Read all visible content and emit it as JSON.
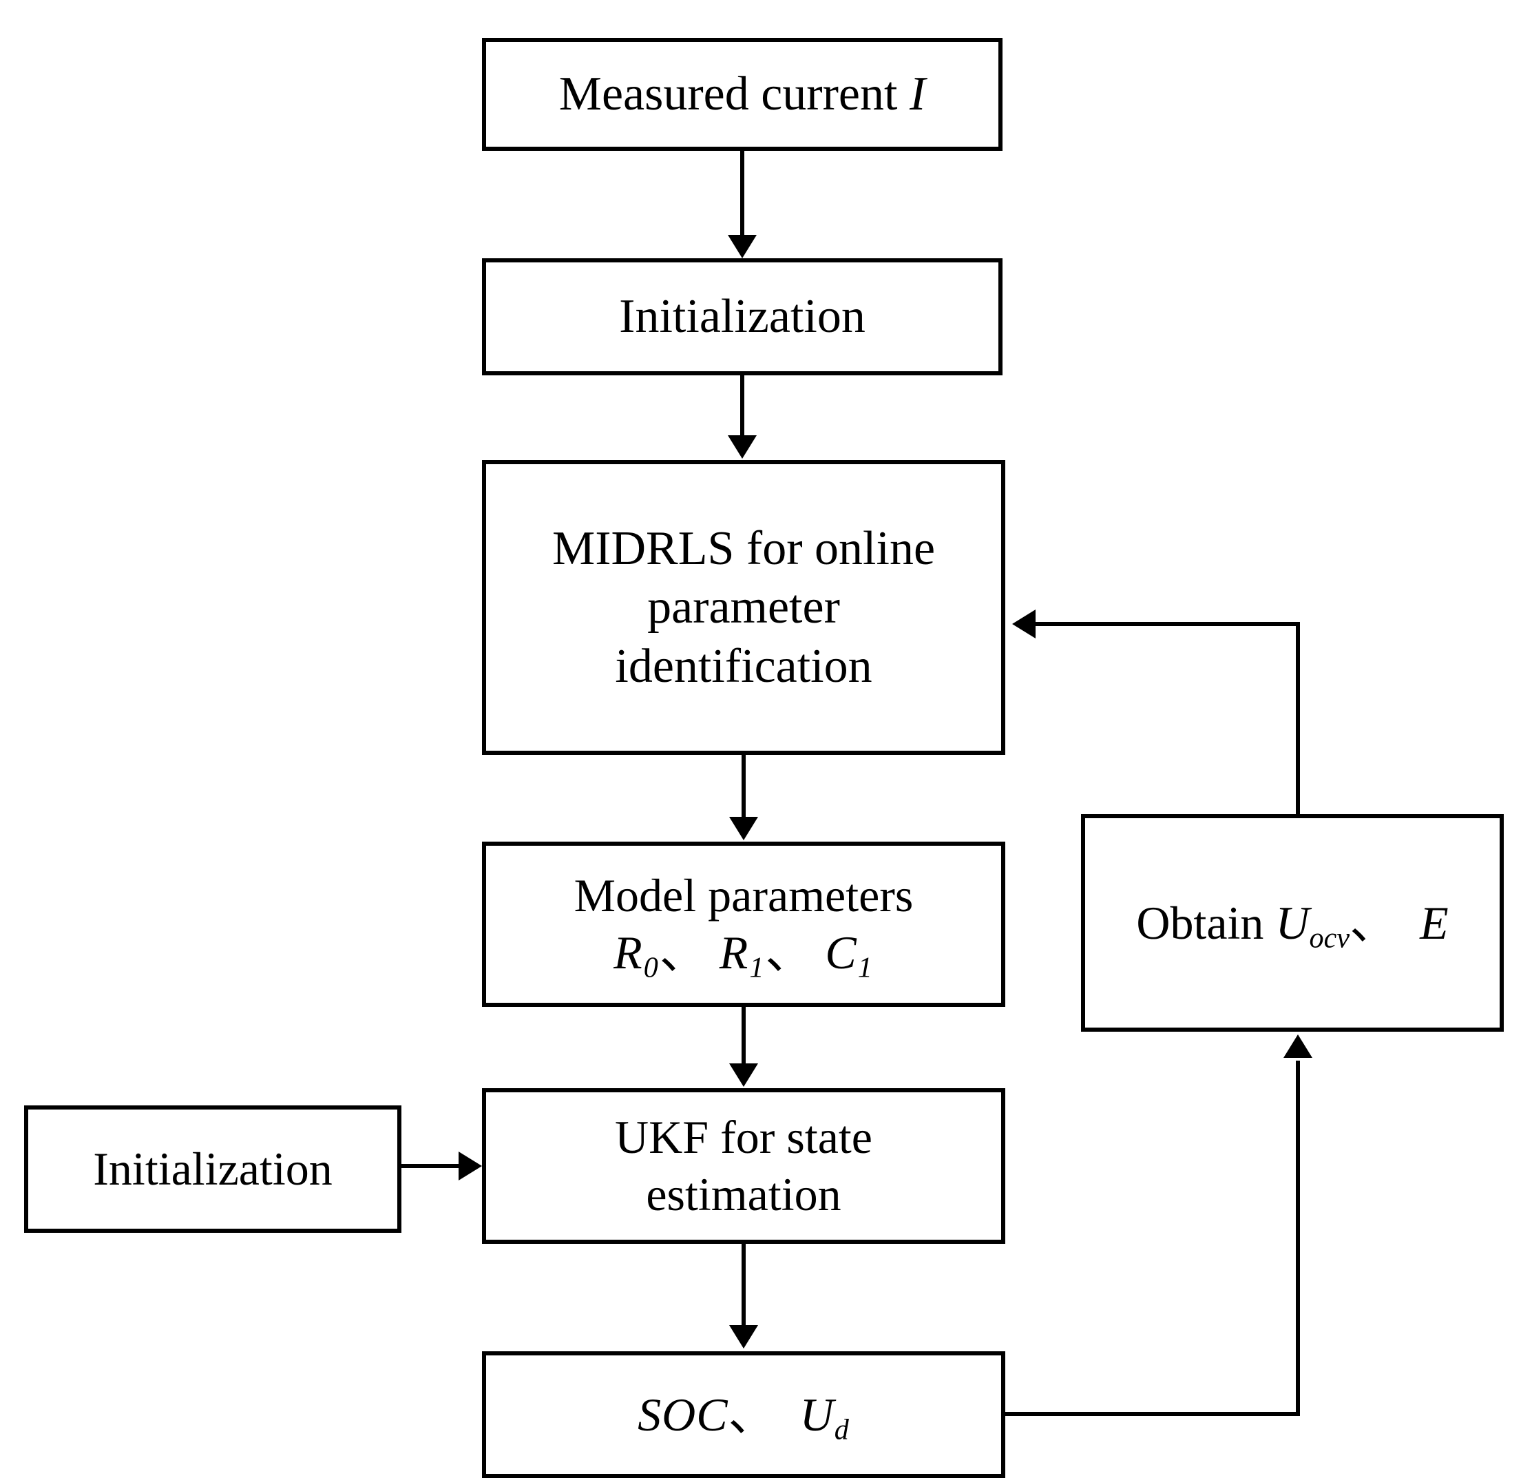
{
  "diagram": {
    "title": "SOC co-estimation flowchart",
    "background_color": "#ffffff",
    "line_color": "#000000",
    "nodes": {
      "measured_current": {
        "label": "Measured current ",
        "symbol": "I"
      },
      "initialization_top": {
        "label": "Initialization"
      },
      "midrls": {
        "line1": "MIDRLS for online",
        "line2": "parameter",
        "line3": "identification"
      },
      "model_parameters": {
        "line1": "Model parameters",
        "param1": "R",
        "param1_sub": "0",
        "sep1": "、",
        "param2": "R",
        "param2_sub": "1",
        "sep2": "、",
        "param3": "C",
        "param3_sub": "1"
      },
      "initialization_left": {
        "label": "Initialization"
      },
      "ukf": {
        "line1": "UKF for  state",
        "line2": "estimation"
      },
      "soc_output": {
        "sym1": "SOC",
        "sep1": "、",
        "sym2": "U",
        "sym2_sub": "d"
      },
      "obtain": {
        "label": "Obtain ",
        "sym1": "U",
        "sym1_sub": "ocv",
        "sep1": "、",
        "sym2": "E"
      }
    },
    "edges": [
      {
        "from": "measured_current",
        "to": "initialization_top",
        "direction": "down"
      },
      {
        "from": "initialization_top",
        "to": "midrls",
        "direction": "down"
      },
      {
        "from": "midrls",
        "to": "model_parameters",
        "direction": "down"
      },
      {
        "from": "model_parameters",
        "to": "ukf",
        "direction": "down"
      },
      {
        "from": "initialization_left",
        "to": "ukf",
        "direction": "right"
      },
      {
        "from": "ukf",
        "to": "soc_output",
        "direction": "down"
      },
      {
        "from": "soc_output",
        "to": "obtain",
        "direction": "up"
      },
      {
        "from": "obtain",
        "to": "midrls",
        "direction": "left"
      }
    ]
  }
}
